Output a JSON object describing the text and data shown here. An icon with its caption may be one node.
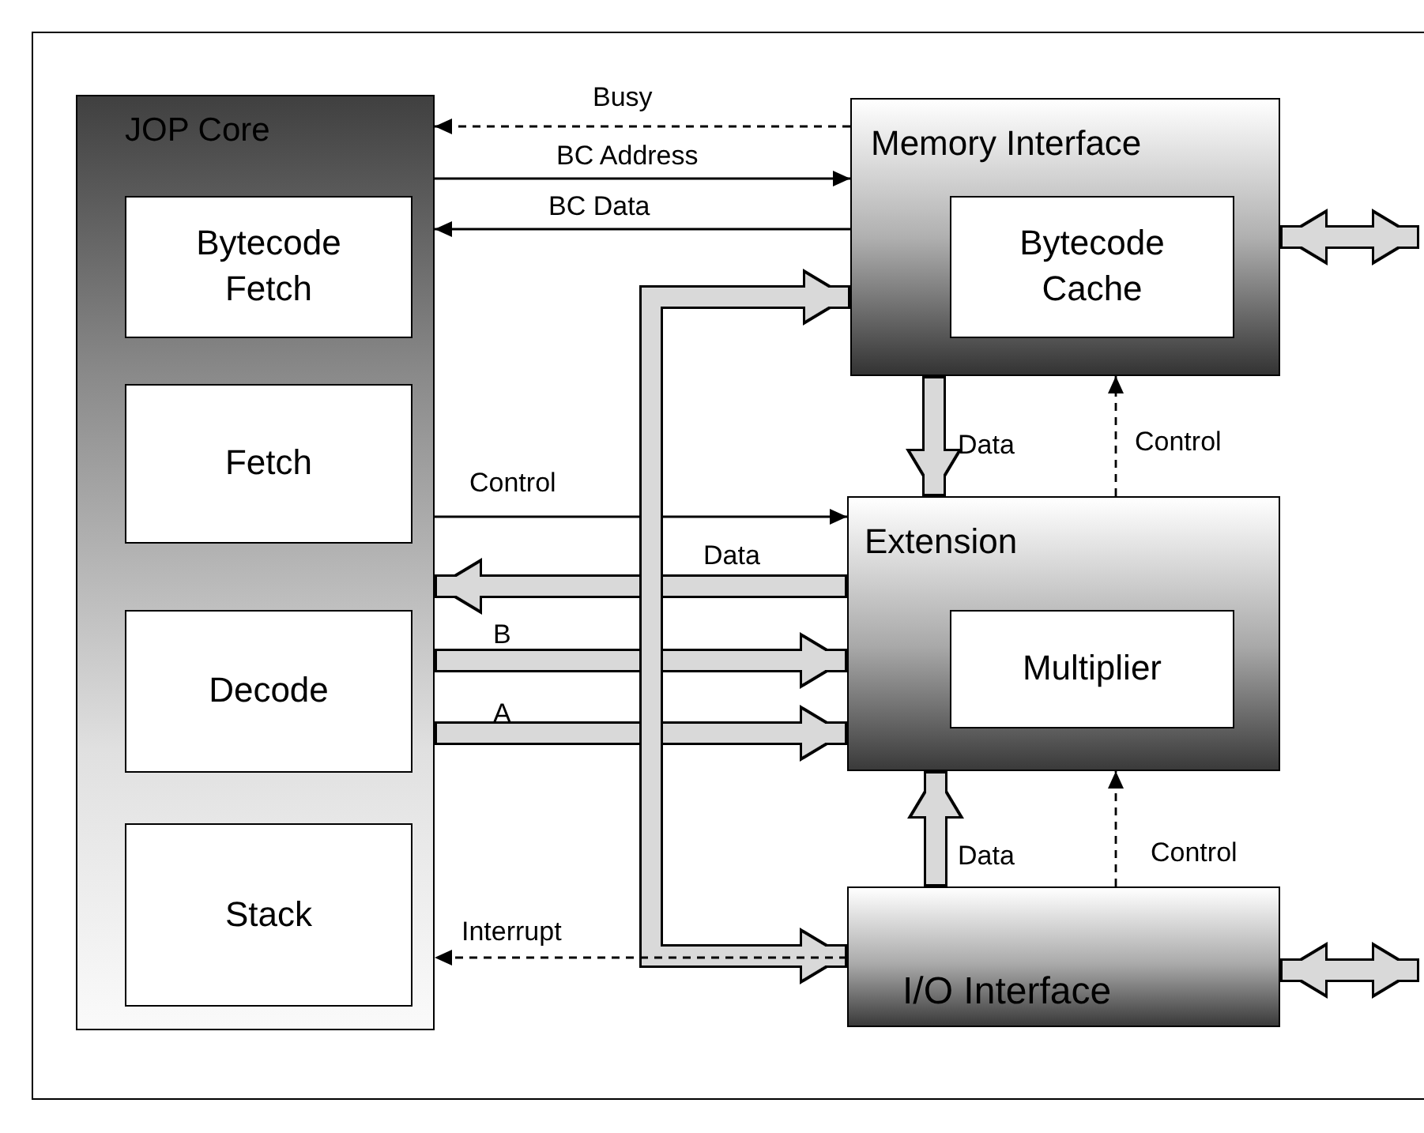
{
  "diagram": {
    "nodes": [
      {
        "text": [
          "JOP Core"
        ]
      },
      {
        "text": [
          "Bytecode Fetch"
        ],
        "in": 0
      },
      {
        "text": [
          "Fetch"
        ],
        "in": 0
      },
      {
        "text": [
          "Decode"
        ],
        "in": 0
      },
      {
        "text": [
          "Stack"
        ],
        "in": 0
      },
      {
        "text": [
          "Memory Interface"
        ]
      },
      {
        "text": [
          "Bytecode Cache"
        ],
        "in": 5
      },
      {
        "text": [
          "Extension"
        ]
      },
      {
        "text": [
          "Multiplier"
        ],
        "in": 7
      },
      {
        "text": [
          "I/O Interface"
        ]
      }
    ],
    "edges": [
      {
        "from": 5,
        "to": 0,
        "arrow": "to",
        "label": "Busy",
        "style": "dashed"
      },
      {
        "from": 0,
        "to": 5,
        "arrow": "to",
        "label": "BC Address"
      },
      {
        "from": 5,
        "to": 0,
        "arrow": "to",
        "label": "BC Data"
      },
      {
        "from": 0,
        "to": 7,
        "arrow": "to",
        "label": "Control"
      },
      {
        "from": 7,
        "to": 0,
        "arrow": "to",
        "label": "Data"
      },
      {
        "from": 0,
        "to": 7,
        "arrow": "to",
        "label": "B"
      },
      {
        "from": 0,
        "to": 7,
        "arrow": "to",
        "label": "A"
      },
      {
        "from": 5,
        "to": 9,
        "arrow": "both"
      },
      {
        "from": 5,
        "to": 7,
        "arrow": "to",
        "label": "Data"
      },
      {
        "from": 7,
        "to": 5,
        "arrow": "to",
        "label": "Control",
        "style": "dashed"
      },
      {
        "from": 9,
        "to": 7,
        "arrow": "to",
        "label": "Data"
      },
      {
        "from": 9,
        "to": 7,
        "arrow": "to",
        "label": "Control",
        "style": "dashed"
      },
      {
        "from": 9,
        "to": 0,
        "arrow": "to",
        "label": "Interrupt",
        "style": "dashed"
      },
      {
        "from": 5,
        "to": null,
        "arrow": "both"
      },
      {
        "from": 9,
        "to": null,
        "arrow": "both"
      }
    ]
  }
}
